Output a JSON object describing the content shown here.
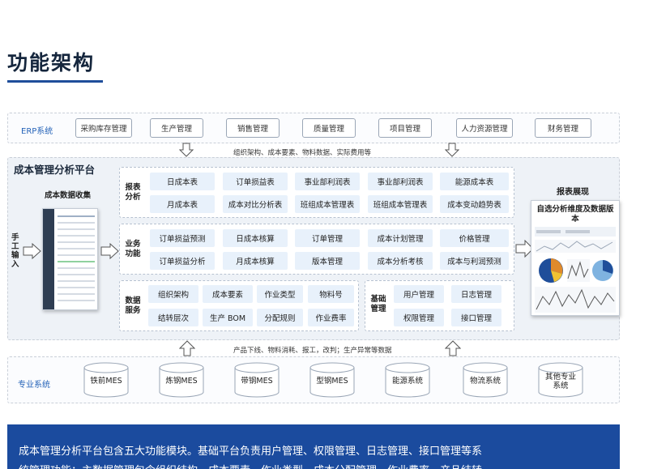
{
  "title": "功能架构",
  "erp": {
    "label": "ERP系统",
    "items": [
      "采购库存管理",
      "生产管理",
      "销售管理",
      "质量管理",
      "项目管理",
      "人力资源管理",
      "财务管理"
    ],
    "flow_text": "组织架构、成本要素、物料数据、实际费用等"
  },
  "platform": {
    "title": "成本管理分析平台",
    "collect_title": "成本数据收集",
    "manual_input": "手工输入",
    "report_analysis": {
      "label": "报表分析",
      "row1": [
        "日成本表",
        "订单损益表",
        "事业部利润表",
        "事业部利润表",
        "能源成本表"
      ],
      "row2": [
        "月成本表",
        "成本对比分析表",
        "班组成本管理表",
        "班组成本管理表",
        "成本变动趋势表"
      ]
    },
    "business": {
      "label": "业务功能",
      "row1": [
        "订单损益预测",
        "日成本核算",
        "订单管理",
        "成本计划管理",
        "价格管理"
      ],
      "row2": [
        "订单损益分析",
        "月成本核算",
        "版本管理",
        "成本分析考核",
        "成本与利润预测"
      ]
    },
    "data_service": {
      "label": "数据服务",
      "row1": [
        "组织架构",
        "成本要素",
        "作业类型",
        "物料号"
      ],
      "row2": [
        "结转层次",
        "生产 BOM",
        "分配规则",
        "作业费率"
      ]
    },
    "base": {
      "label": "基础管理",
      "row1": [
        "用户管理",
        "日志管理"
      ],
      "row2": [
        "权限管理",
        "接口管理"
      ]
    },
    "report_display": {
      "title": "报表展现",
      "subtitle": "自选分析维度及数据版本"
    }
  },
  "systems": {
    "label": "专业系统",
    "flow_text": "产品下线、物料消耗、报工，改判；生产异常等数据",
    "items": [
      "铁前MES",
      "炼钢MES",
      "带钢MES",
      "型钢MES",
      "能源系统",
      "物流系统",
      "其他专业系统"
    ]
  },
  "description": {
    "line1": "成本管理分析平台包含五大功能模块。基础平台负责用户管理、权限管理、日志管理、接口管理等系",
    "line2": "统管理功能；主数据管理包含组织结构、成本要素、作业类型、成本分配管理、作业费率、产品结转"
  },
  "colors": {
    "accent": "#1b4b9e",
    "cell_bg": "#e8f1fb",
    "label_blue": "#2563b8"
  }
}
